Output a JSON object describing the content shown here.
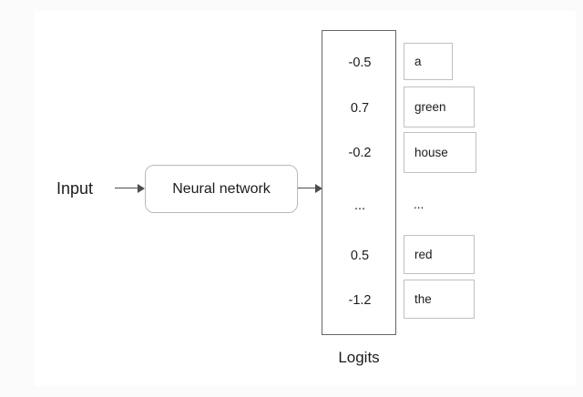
{
  "diagram": {
    "input_label": "Input",
    "model_label": "Neural network",
    "logits_caption": "Logits",
    "arrow_in_name": "arrow-input-to-network",
    "arrow_out_name": "arrow-network-to-logits"
  },
  "logits": {
    "values": [
      "-0.5",
      "0.7",
      "-0.2",
      "...",
      "0.5",
      "-1.2"
    ]
  },
  "vocabulary": {
    "items": [
      {
        "word": "a",
        "boxed": true
      },
      {
        "word": "green",
        "boxed": true
      },
      {
        "word": "house",
        "boxed": true
      },
      {
        "word": "...",
        "boxed": false
      },
      {
        "word": "red",
        "boxed": true
      },
      {
        "word": "the",
        "boxed": true
      }
    ]
  },
  "colors": {
    "page_background": "#fbfbfc",
    "canvas_background": "#ffffff",
    "text": "#1c1c1c",
    "logits_border": "#666666",
    "word_box_border": "#c0c0c0",
    "nn_box_border": "#b9b9b9",
    "arrow": "#4d4d4d"
  }
}
